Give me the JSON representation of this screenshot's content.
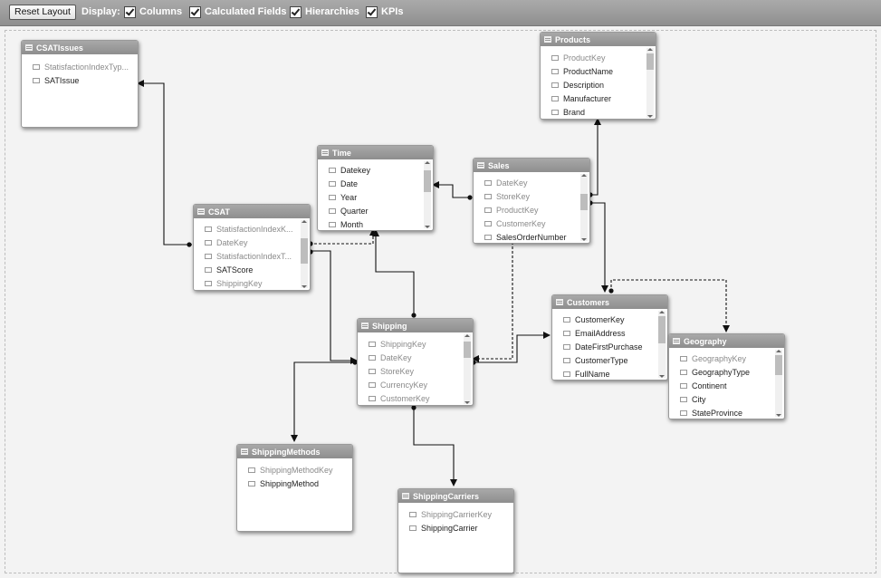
{
  "toolbar": {
    "reset_label": "Reset Layout",
    "display_label": "Display:",
    "options": [
      {
        "label": "Columns",
        "checked": true
      },
      {
        "label": "Calculated Fields",
        "checked": true
      },
      {
        "label": "Hierarchies",
        "checked": true
      },
      {
        "label": "KPIs",
        "checked": true
      }
    ]
  },
  "tables": {
    "csatissues": {
      "title": "CSATIssues",
      "columns": [
        {
          "name": "StatisfactionIndexTyp...",
          "dim": true
        },
        {
          "name": "SATIssue",
          "dim": false
        }
      ]
    },
    "products": {
      "title": "Products",
      "columns": [
        {
          "name": "ProductKey",
          "dim": true
        },
        {
          "name": "ProductName",
          "dim": false
        },
        {
          "name": "Description",
          "dim": false
        },
        {
          "name": "Manufacturer",
          "dim": false
        },
        {
          "name": "Brand",
          "dim": false
        }
      ]
    },
    "time": {
      "title": "Time",
      "columns": [
        {
          "name": "Datekey",
          "dim": false
        },
        {
          "name": "Date",
          "dim": false
        },
        {
          "name": "Year",
          "dim": false
        },
        {
          "name": "Quarter",
          "dim": false
        },
        {
          "name": "Month",
          "dim": false
        }
      ]
    },
    "sales": {
      "title": "Sales",
      "columns": [
        {
          "name": "DateKey",
          "dim": true
        },
        {
          "name": "StoreKey",
          "dim": true
        },
        {
          "name": "ProductKey",
          "dim": true
        },
        {
          "name": "CustomerKey",
          "dim": true
        },
        {
          "name": "SalesOrderNumber",
          "dim": false
        }
      ]
    },
    "csat": {
      "title": "CSAT",
      "columns": [
        {
          "name": "StatisfactionIndexK...",
          "dim": true
        },
        {
          "name": "DateKey",
          "dim": true
        },
        {
          "name": "StatisfactionIndexT...",
          "dim": true
        },
        {
          "name": "SATScore",
          "dim": false
        },
        {
          "name": "ShippingKey",
          "dim": true
        }
      ]
    },
    "customers": {
      "title": "Customers",
      "columns": [
        {
          "name": "CustomerKey",
          "dim": false
        },
        {
          "name": "EmailAddress",
          "dim": false
        },
        {
          "name": "DateFirstPurchase",
          "dim": false
        },
        {
          "name": "CustomerType",
          "dim": false
        },
        {
          "name": "FullName",
          "dim": false
        }
      ]
    },
    "shipping": {
      "title": "Shipping",
      "columns": [
        {
          "name": "ShippingKey",
          "dim": true
        },
        {
          "name": "DateKey",
          "dim": true
        },
        {
          "name": "StoreKey",
          "dim": true
        },
        {
          "name": "CurrencyKey",
          "dim": true
        },
        {
          "name": "CustomerKey",
          "dim": true
        }
      ]
    },
    "geography": {
      "title": "Geography",
      "columns": [
        {
          "name": "GeographyKey",
          "dim": true
        },
        {
          "name": "GeographyType",
          "dim": false
        },
        {
          "name": "Continent",
          "dim": false
        },
        {
          "name": "City",
          "dim": false
        },
        {
          "name": "StateProvince",
          "dim": false
        }
      ]
    },
    "shippingmethods": {
      "title": "ShippingMethods",
      "columns": [
        {
          "name": "ShippingMethodKey",
          "dim": true
        },
        {
          "name": "ShippingMethod",
          "dim": false
        }
      ]
    },
    "shippingcarriers": {
      "title": "ShippingCarriers",
      "columns": [
        {
          "name": "ShippingCarrierKey",
          "dim": true
        },
        {
          "name": "ShippingCarrier",
          "dim": false
        }
      ]
    }
  }
}
